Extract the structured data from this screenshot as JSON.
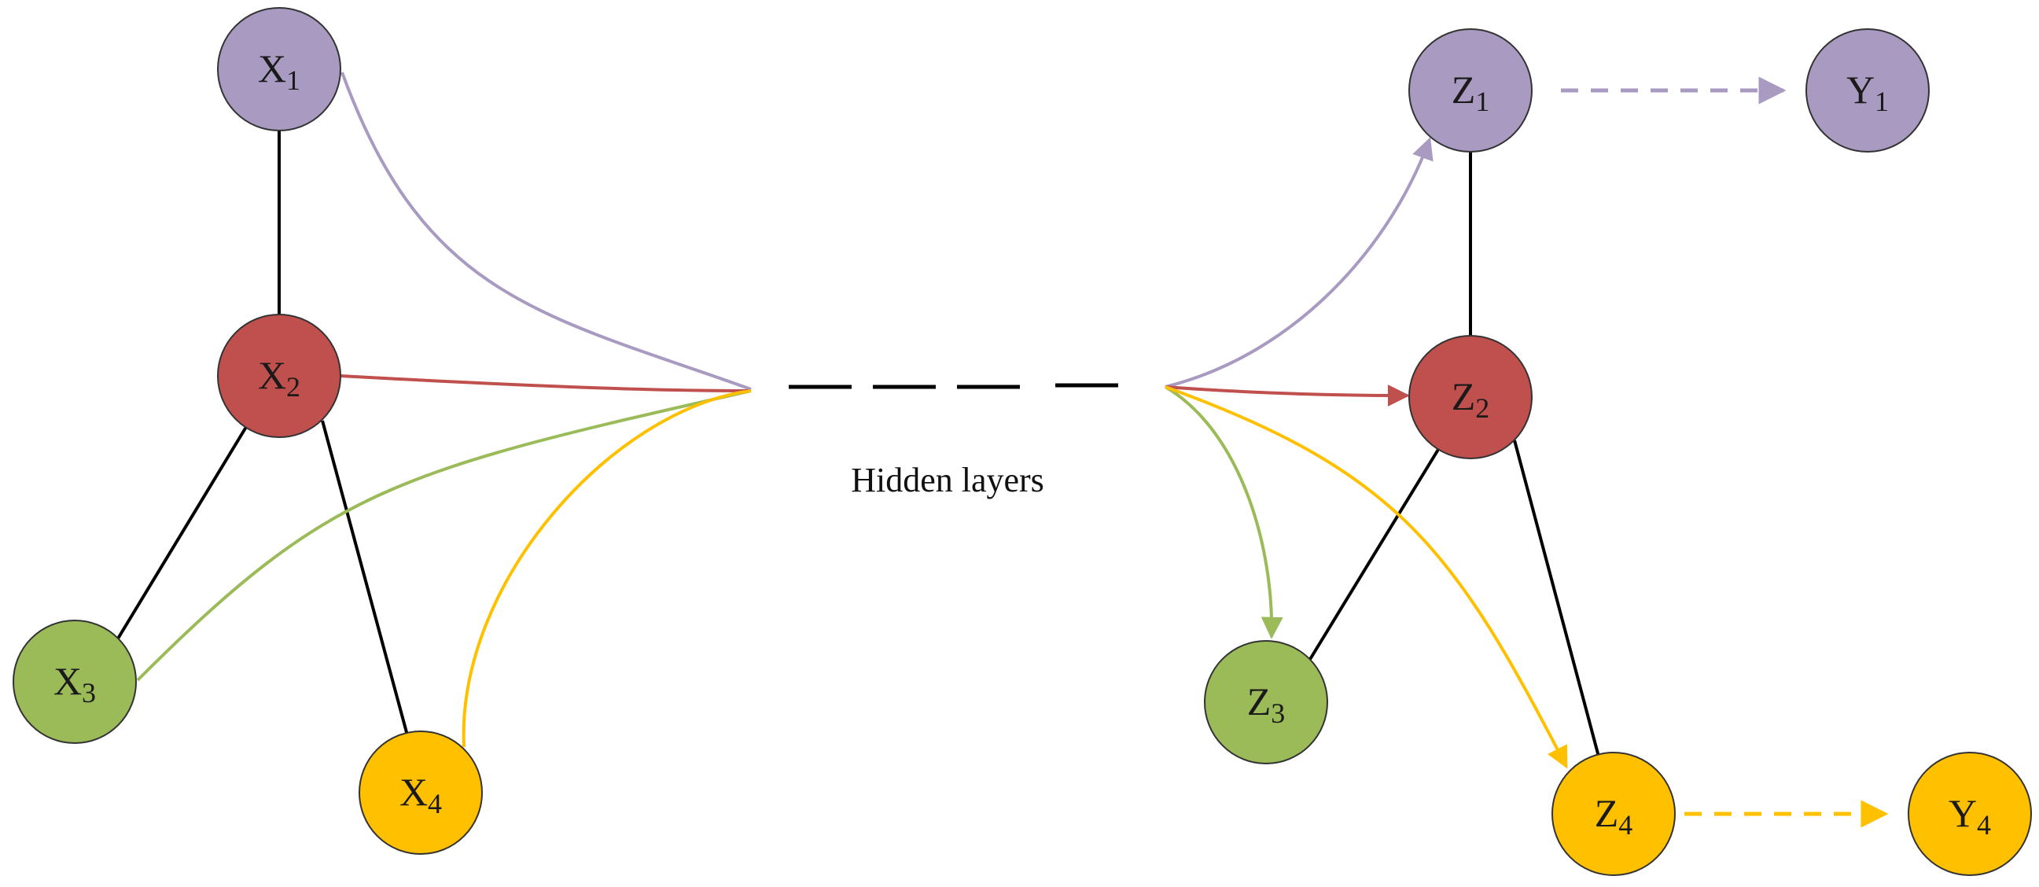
{
  "colors": {
    "purple": "#A89AC1",
    "red": "#C0504D",
    "green": "#9BBB59",
    "yellow": "#FFC000",
    "black": "#000000"
  },
  "nodes": {
    "x1": {
      "base": "X",
      "sub": "1"
    },
    "x2": {
      "base": "X",
      "sub": "2"
    },
    "x3": {
      "base": "X",
      "sub": "3"
    },
    "x4": {
      "base": "X",
      "sub": "4"
    },
    "z1": {
      "base": "Z",
      "sub": "1"
    },
    "z2": {
      "base": "Z",
      "sub": "2"
    },
    "z3": {
      "base": "Z",
      "sub": "3"
    },
    "z4": {
      "base": "Z",
      "sub": "4"
    },
    "y1": {
      "base": "Y",
      "sub": "1"
    },
    "y4": {
      "base": "Y",
      "sub": "4"
    }
  },
  "hidden_label": "Hidden layers"
}
